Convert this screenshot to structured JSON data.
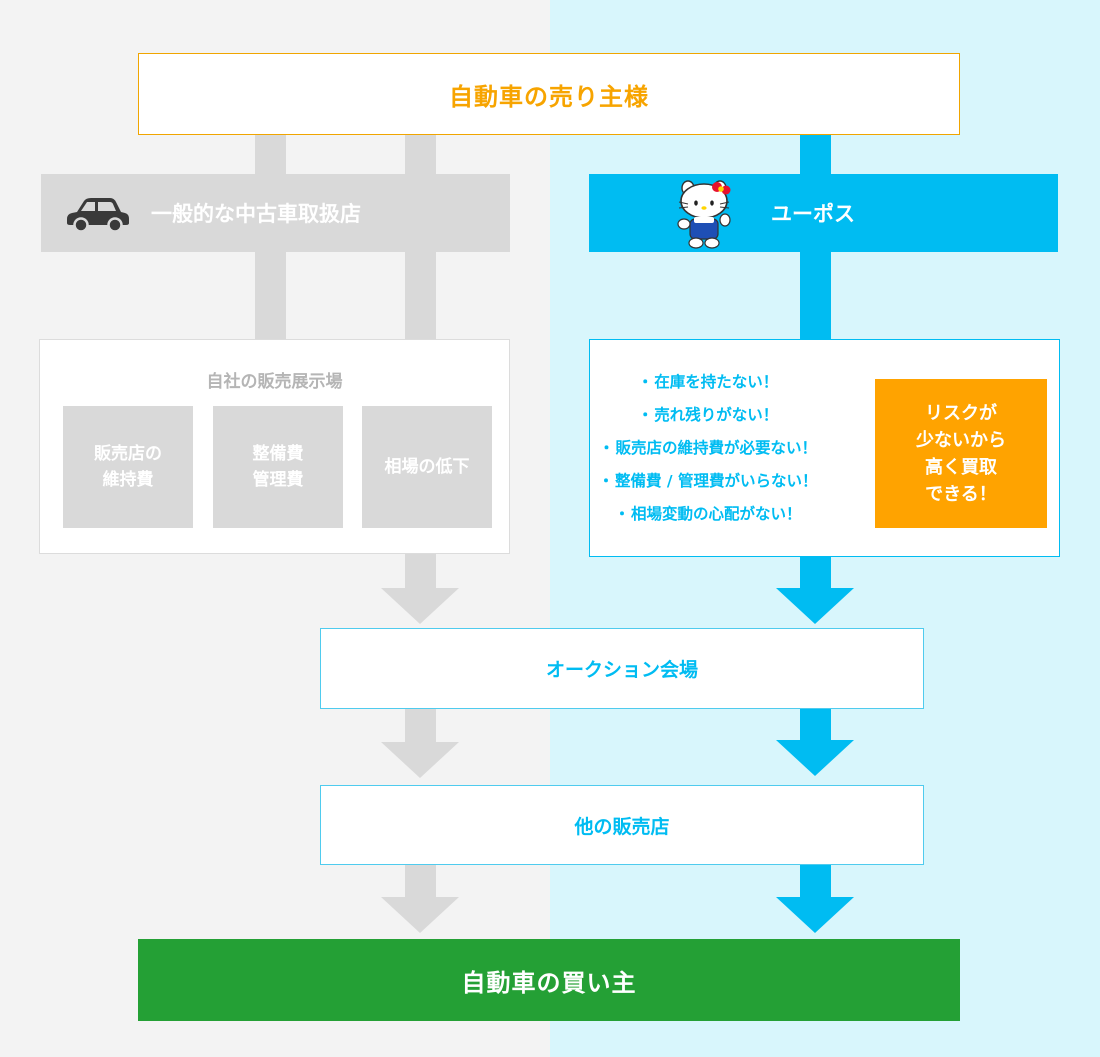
{
  "top": {
    "seller_label": "自動車の売り主様"
  },
  "left_route": {
    "dealer_label": "一般的な中古車取扱店",
    "dealer_icon": "car-icon",
    "showroom_title": "自社の販売展示場",
    "costs": [
      {
        "line1": "販売店の",
        "line2": "維持費"
      },
      {
        "line1": "整備費",
        "line2": "管理費"
      },
      {
        "line1": "相場の低下",
        "line2": ""
      }
    ]
  },
  "right_route": {
    "upos_label": "ユーポス",
    "upos_icon": "hello-kitty-mascot-icon",
    "bullet": "・",
    "merits": [
      "在庫を持たない！",
      "売れ残りがない！",
      "販売店の維持費が必要ない！",
      "整備費 / 管理費がいらない！",
      "相場変動の心配がない！"
    ],
    "highlight": {
      "line1": "リスクが",
      "line2": "少ないから",
      "line3": "高く買取",
      "line4": "できる！"
    }
  },
  "shared": {
    "auction_label": "オークション会場",
    "other_dealer_label": "他の販売店",
    "buyer_label": "自動車の買い主"
  },
  "colors": {
    "left_bg": "#f3f3f3",
    "right_bg": "#d8f6fc",
    "gray": "#d9d9d9",
    "blue": "#00bcf2",
    "orange": "#ffa300",
    "green": "#24a035"
  }
}
